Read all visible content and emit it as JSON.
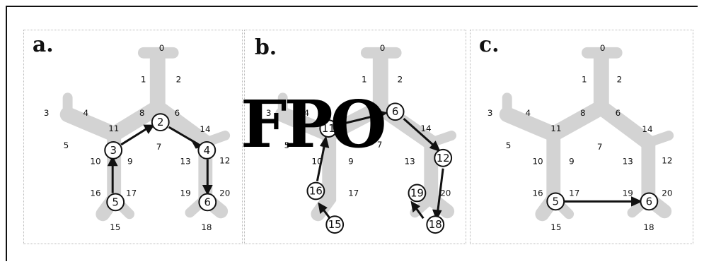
{
  "watermark": "FPO",
  "panels": [
    {
      "label": "a.",
      "segments": [
        "0",
        "1",
        "2",
        "3",
        "4",
        "8",
        "6",
        "11",
        "14",
        "5",
        "7",
        "10",
        "9",
        "13",
        "12",
        "16",
        "17",
        "19",
        "20",
        "15",
        "18"
      ],
      "path_nodes": [
        "5",
        "3",
        "2",
        "4",
        "6"
      ]
    },
    {
      "label": "b.",
      "segments": [
        "0",
        "1",
        "2",
        "3",
        "4",
        "11",
        "14",
        "5",
        "7",
        "10",
        "9",
        "13",
        "17",
        "20"
      ],
      "path_nodes": [
        "15",
        "16",
        "11",
        "6",
        "12",
        "18",
        "19"
      ]
    },
    {
      "label": "c.",
      "segments": [
        "0",
        "1",
        "2",
        "3",
        "4",
        "8",
        "6",
        "11",
        "14",
        "5",
        "7",
        "10",
        "9",
        "13",
        "12",
        "16",
        "17",
        "19",
        "20",
        "15",
        "18"
      ],
      "path_nodes": [
        "5",
        "6"
      ]
    }
  ],
  "colors": {
    "skeleton": "#d0d0d0",
    "ink": "#111111",
    "node_fill": "#ffffff"
  }
}
